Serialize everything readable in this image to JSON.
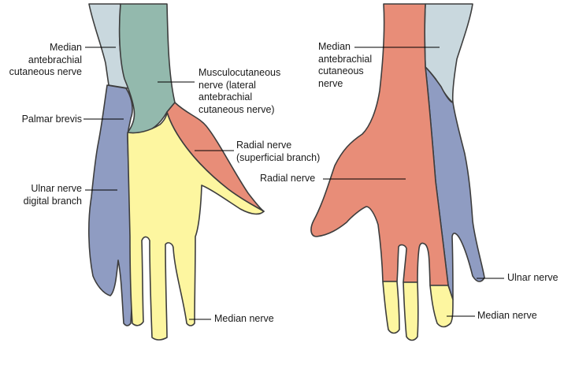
{
  "colors": {
    "median_antebrachial_cutaneous": "#c9d8de",
    "musculocutaneous": "#93b9ad",
    "ulnar": "#8f9cc2",
    "median": "#fdf6a0",
    "radial": "#e88d78",
    "outline": "#3d3d3d"
  },
  "palmar_view": {
    "labels": {
      "median_antebrachial": "Median\nantebrachial\ncutaneous nerve",
      "palmar_brevis": "Palmar brevis",
      "ulnar_digital": "Ulnar nerve\ndigital branch",
      "musculocutaneous": "Musculocutaneous\nnerve (lateral\nantebrachial\ncutaneous nerve)",
      "radial_superficial": "Radial nerve\n(superficial branch)",
      "median": "Median nerve"
    }
  },
  "dorsal_view": {
    "labels": {
      "median_antebrachial": "Median\nantebrachial\ncutaneous\nnerve",
      "radial": "Radial nerve",
      "ulnar": "Ulnar nerve",
      "median": "Median nerve"
    }
  }
}
